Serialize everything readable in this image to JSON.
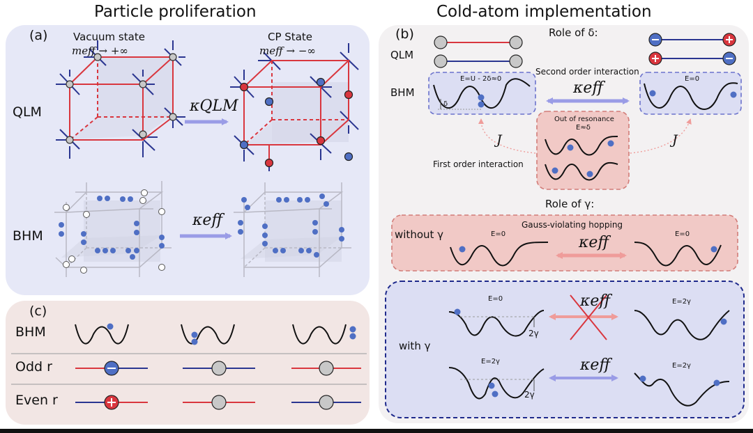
{
  "titles": {
    "left": "Particle proliferation",
    "right": "Cold-atom implementation"
  },
  "panel_a": {
    "tag": "(a)",
    "vacuum_state": "Vacuum state",
    "vacuum_meff": "meff → +∞",
    "cp_state": "CP State",
    "cp_meff": "meff → −∞",
    "row_qlm": "QLM",
    "row_bhm": "BHM",
    "arrow_qlm": "κQLM",
    "arrow_bhm": "κeff"
  },
  "panel_b": {
    "tag": "(b)",
    "row_qlm": "QLM",
    "row_bhm": "BHM",
    "role_delta": "Role of δ:",
    "second_order": "Second order interaction",
    "first_order": "First order interaction",
    "e_left": "E=U - 2δ≈0",
    "delta": "δ",
    "e_right": "E=0",
    "out_of_resonance": "Out of resonance",
    "e_delta": "E≈δ",
    "kappa": "κeff",
    "j_left": "J",
    "j_right": "J",
    "role_gamma": "Role of γ:",
    "gauss_violating": "Gauss-violating hopping",
    "without_gamma": "without γ",
    "wo_e_left": "E=0",
    "wo_e_right": "E=0",
    "with_gamma": "with γ",
    "w1_e_left": "E=0",
    "w1_e_right": "E=2γ",
    "w1_2g": "2γ",
    "w2_e_left": "E=2γ",
    "w2_e_right": "E=2γ",
    "w2_2g": "2γ",
    "kappa_crossed": "κeff",
    "kappa_ok": "κeff",
    "kappa_wo": "κeff"
  },
  "panel_c": {
    "tag": "(c)",
    "row_bhm": "BHM",
    "row_odd": "Odd r",
    "row_even": "Even r"
  },
  "colors": {
    "red": "#d9363e",
    "blue": "#2a3590",
    "atom": "#4f6fc4",
    "panel_blue": "#e6e8f7",
    "panel_pink": "#f2e6e4",
    "pink_box": "#f1c9c6",
    "arrow_purple": "#9a9ce6",
    "arrow_pink": "#ef9c9a",
    "navy": "#1f2a8c"
  }
}
